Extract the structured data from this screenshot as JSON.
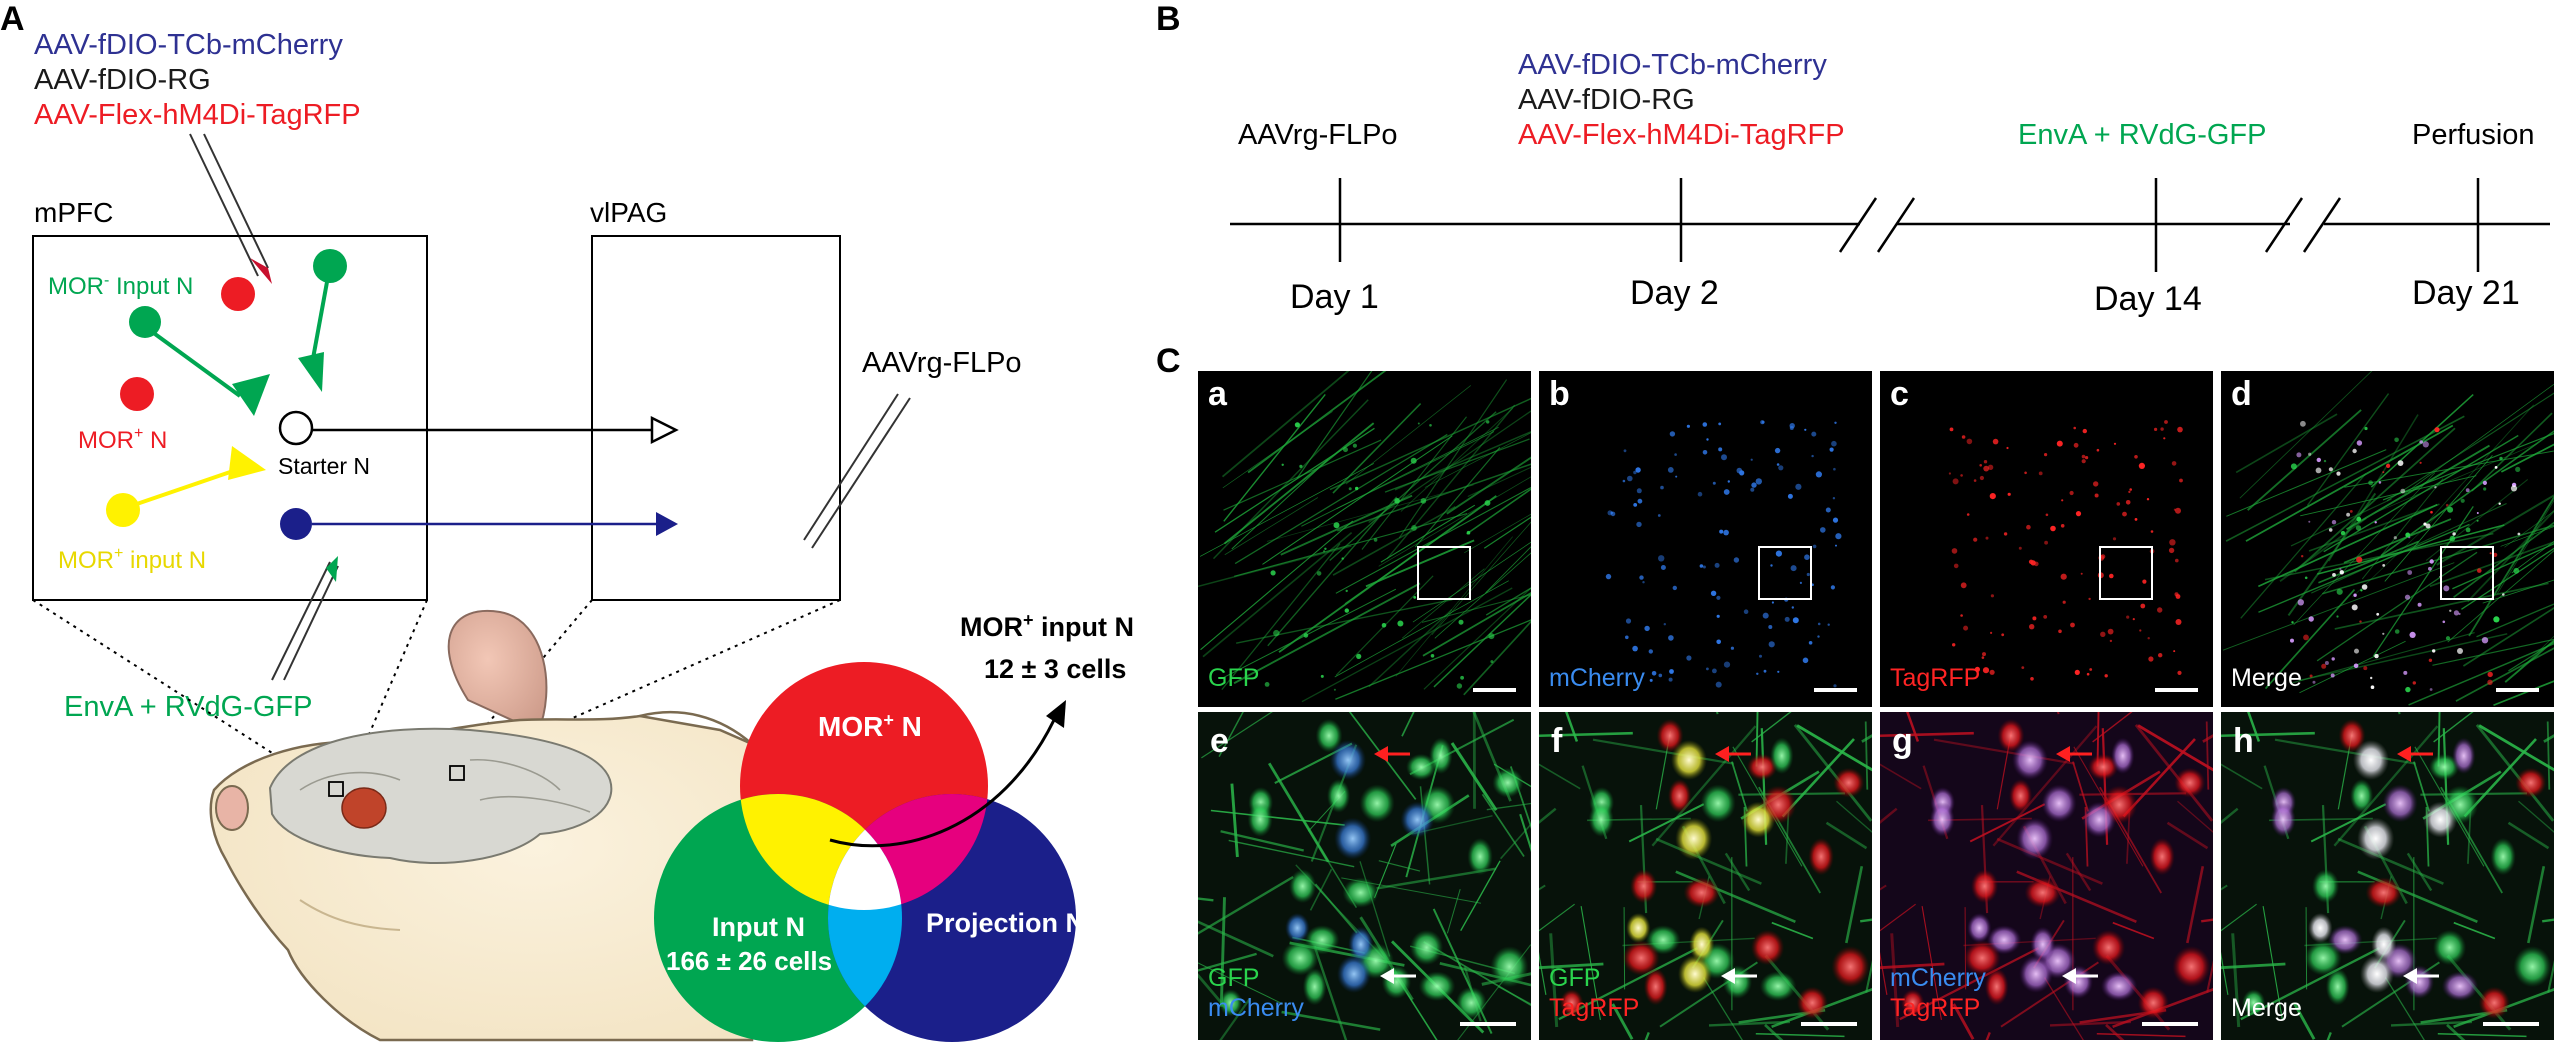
{
  "panel_a": {
    "letter": "A",
    "virus_1": "AAV-fDIO-TCb-mCherry",
    "virus_2": "AAV-fDIO-RG",
    "virus_3": "AAV-Flex-hM4Di-TagRFP",
    "mpfc_label": "mPFC",
    "vlpag_label": "vlPAG",
    "mor_minus_input": "MOR",
    "mor_minus_sup": "-",
    "mor_minus_suffix": " Input N",
    "mor_plus": "MOR",
    "mor_plus_sup": "+",
    "mor_plus_suffix": " N",
    "starter": "Starter N",
    "mor_plus_input": "MOR",
    "mor_plus_input_sup": "+",
    "mor_plus_input_suffix": " input N",
    "aavrg": "AAVrg-FLPo",
    "enva": "EnvA + RVdG-GFP",
    "venn_mor": "MOR",
    "venn_mor_sup": "+",
    "venn_mor_suffix": " N",
    "venn_input": "Input N",
    "venn_input_count": "166 ± 26 cells",
    "venn_projection": "Projection N",
    "callout_1": "MOR",
    "callout_1_sup": "+",
    "callout_1_suffix": " input N",
    "callout_2": "12 ± 3 cells"
  },
  "panel_b": {
    "letter": "B",
    "virus_1": "AAV-fDIO-TCb-mCherry",
    "virus_2": "AAV-fDIO-RG",
    "virus_3": "AAV-Flex-hM4Di-TagRFP",
    "event_1": "AAVrg-FLPo",
    "event_3": "EnvA + RVdG-GFP",
    "event_4": "Perfusion",
    "day_1": "Day 1",
    "day_2": "Day 2",
    "day_3": "Day 14",
    "day_4": "Day 21"
  },
  "panel_c": {
    "letter": "C",
    "top": [
      {
        "letter": "a",
        "label_1": "GFP",
        "label_2": ""
      },
      {
        "letter": "b",
        "label_1": "mCherry",
        "label_2": ""
      },
      {
        "letter": "c",
        "label_1": "TagRFP",
        "label_2": ""
      },
      {
        "letter": "d",
        "label_1": "Merge",
        "label_2": ""
      }
    ],
    "bottom": [
      {
        "letter": "e",
        "label_1": "GFP",
        "label_2": "mCherry"
      },
      {
        "letter": "f",
        "label_1": "GFP",
        "label_2": "TagRFP"
      },
      {
        "letter": "g",
        "label_1": "mCherry",
        "label_2": "TagRFP"
      },
      {
        "letter": "h",
        "label_1": "Merge",
        "label_2": ""
      }
    ]
  },
  "colors": {
    "blue_text": "#2e3192",
    "red_text": "#ed1c24",
    "green_text": "#00a651",
    "yellow": "#fff200",
    "navy": "#1b1f8a",
    "magenta": "#e6007e",
    "cyan": "#00aeef"
  }
}
